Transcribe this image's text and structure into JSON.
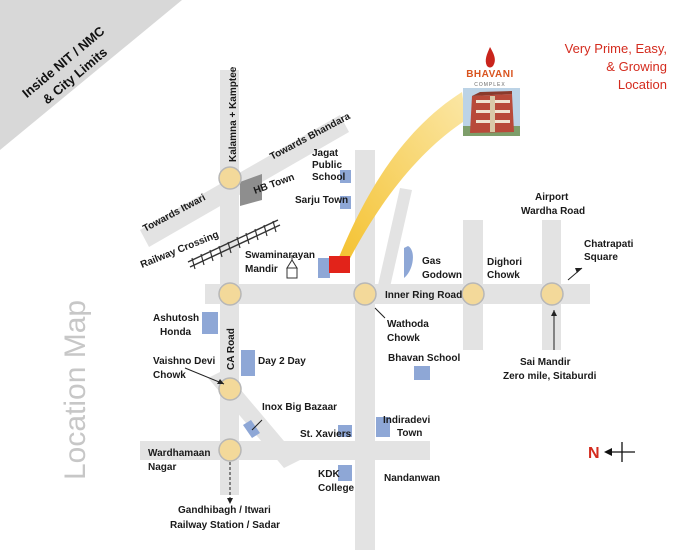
{
  "banner": {
    "line1": "Inside NIT / NMC",
    "line2": "& City Limits"
  },
  "tagline": {
    "line1": "Very Prime, Easy,",
    "line2": "& Growing",
    "line3": "Location",
    "color": "#d42b1e"
  },
  "brand": {
    "name": "BHAVANI",
    "subname": "COMPLEX",
    "color": "#d9541f"
  },
  "side_title": "Location Map",
  "north": {
    "letter": "N",
    "color": "#d42b1e"
  },
  "colors": {
    "road": "#e3e3e3",
    "junction": "#f3d99a",
    "building": "#8ea7d6",
    "site": "#e2231a",
    "beam": "#f0b429"
  },
  "roads": {
    "kamptee": "Kalamna + Kamptee",
    "bhandara": "Towards Bhandara",
    "itwari": "Towards Itwari",
    "hb_town": "HB Town",
    "railway": "Railway Crossing",
    "ca_road": "CA Road",
    "inner_ring": "Inner Ring Road"
  },
  "places": {
    "jagat_1": "Jagat",
    "jagat_2": "Public",
    "jagat_3": "School",
    "sarju": "Sarju Town",
    "swami_1": "Swaminarayan",
    "swami_2": "Mandir",
    "gas_1": "Gas",
    "gas_2": "Godown",
    "airport_1": "Airport",
    "airport_2": "Wardha Road",
    "dighori_1": "Dighori",
    "dighori_2": "Chowk",
    "chatrapati_1": "Chatrapati",
    "chatrapati_2": "Square",
    "ashutosh_1": "Ashutosh",
    "ashutosh_2": "Honda",
    "wathoda_1": "Wathoda",
    "wathoda_2": "Chowk",
    "vaishno_1": "Vaishno Devi",
    "vaishno_2": "Chowk",
    "day2day": "Day 2 Day",
    "bhavan": "Bhavan School",
    "saimandir_1": "Sai Mandir",
    "saimandir_2": "Zero mile, Sitaburdi",
    "inox": "Inox Big Bazaar",
    "xaviers": "St. Xaviers",
    "indiradevi_1": "Indiradevi",
    "indiradevi_2": "Town",
    "wardhamaan_1": "Wardhamaan",
    "wardhamaan_2": "Nagar",
    "kdk_1": "KDK",
    "kdk_2": "College",
    "nandanwan": "Nandanwan",
    "gandhibagh_1": "Gandhibagh / Itwari",
    "gandhibagh_2": "Railway Station / Sadar"
  }
}
